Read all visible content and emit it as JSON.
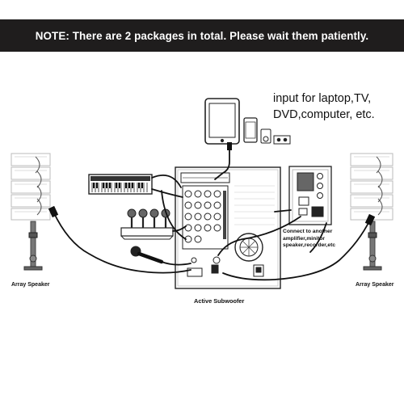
{
  "banner": {
    "text": "NOTE: There are 2 packages in total. Please wait them patiently."
  },
  "labels": {
    "input_note": "input for laptop,TV, DVD,computer, etc.",
    "connect_note": "Connect to another amplifier,minitor speaker,recorder,etc",
    "left_speaker": "Array Speaker",
    "right_speaker": "Array Speaker",
    "subwoofer": "Active Subwoofer"
  },
  "icons": [
    "tablet-icon",
    "phone-icon",
    "music-player-icon",
    "cassette-icon",
    "keyboard-icon",
    "microphone-set-icon",
    "handheld-microphone-icon",
    "amplifier-icon",
    "array-speaker-icon",
    "subwoofer-icon",
    "cable-icon"
  ]
}
